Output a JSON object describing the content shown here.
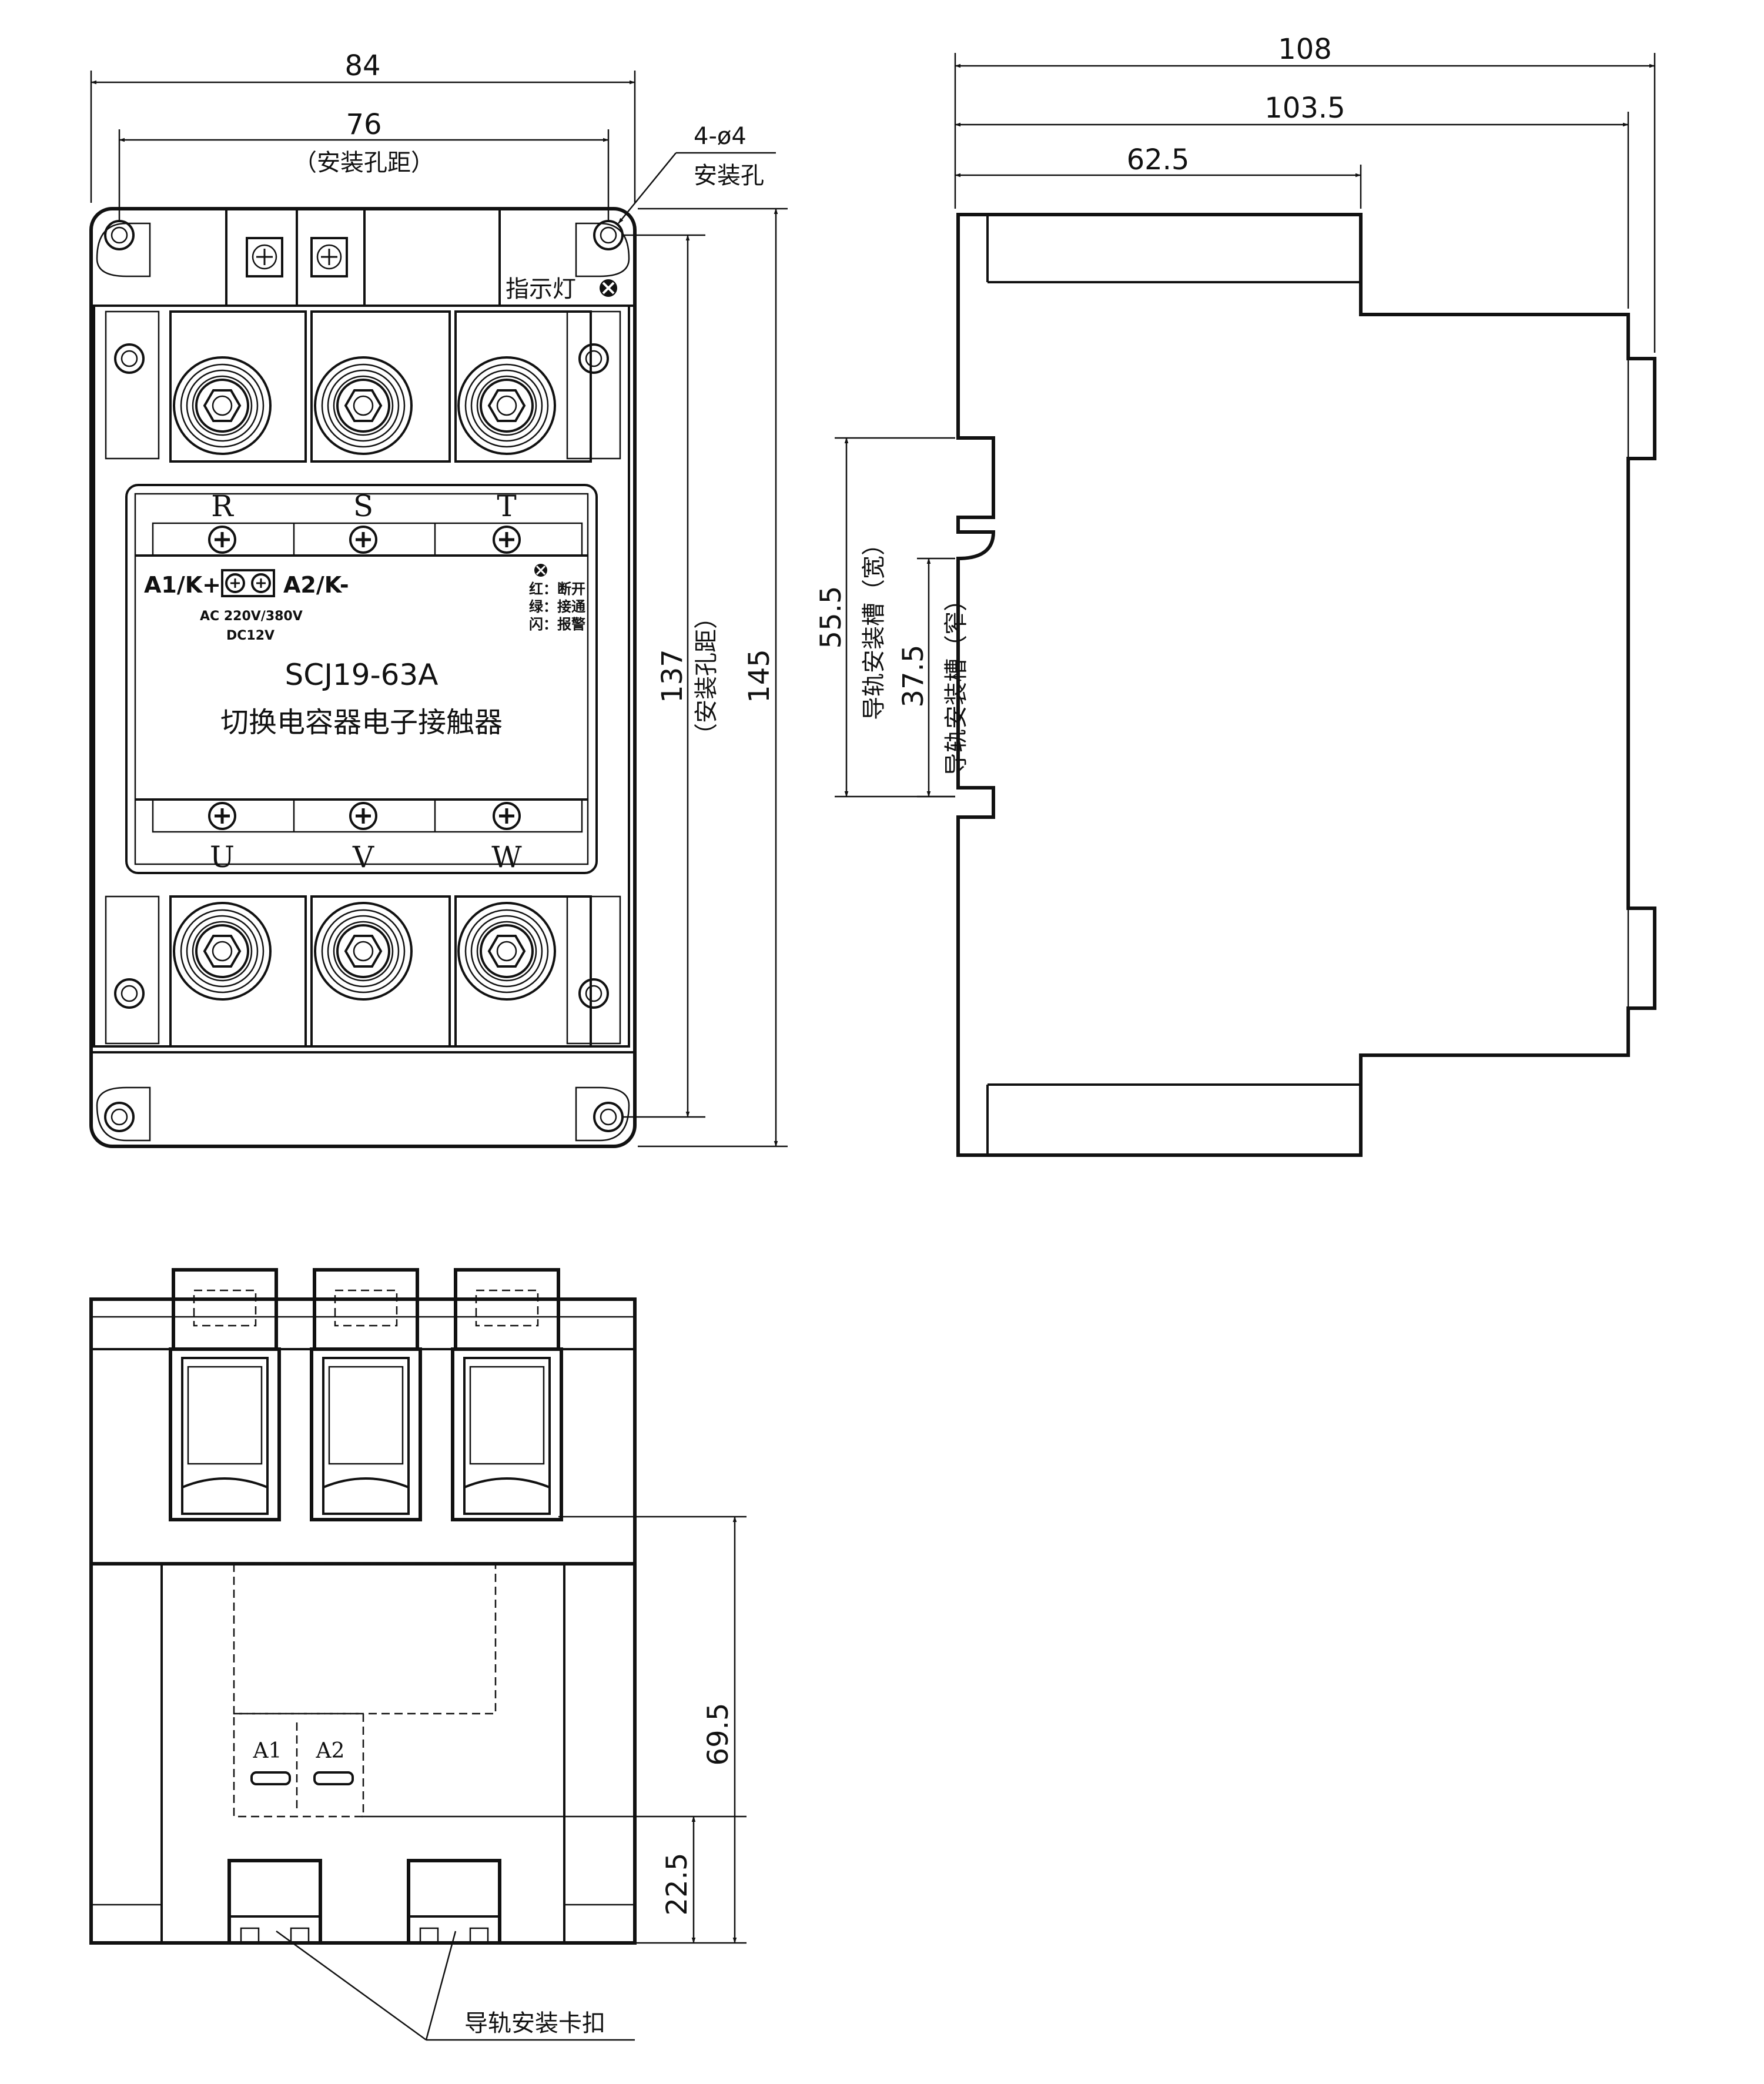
{
  "front_view": {
    "dims": {
      "overall_width": "84",
      "hole_spacing_width": "76",
      "hole_spacing_note": "（安装孔距）",
      "holes_count": "4-ø4",
      "holes_label": "安装孔",
      "hole_spacing_height": "137",
      "hole_spacing_height_note": "（安装孔距）",
      "overall_height": "145"
    },
    "indicator_label": "指示灯",
    "input_terminals": [
      "R",
      "S",
      "T"
    ],
    "output_terminals": [
      "U",
      "V",
      "W"
    ],
    "control": {
      "a1": "A1/K+",
      "a2": "A2/K-",
      "voltage_ac": "AC 220V/380V",
      "voltage_dc": "DC12V"
    },
    "legend": [
      "红：断开",
      "绿：接通",
      "闪：报警"
    ],
    "model": "SCJ19-63A",
    "product_name": "切换电容器电子接触器"
  },
  "side_view": {
    "dims": {
      "depth_total": "108",
      "depth_mid": "103.5",
      "depth_front": "62.5",
      "rail_wide": "55.5",
      "rail_wide_label": "导轨安装槽（宽）",
      "rail_narrow": "37.5",
      "rail_narrow_label": "导轨安装槽（窄）"
    }
  },
  "bottom_view": {
    "dims": {
      "height_a": "69.5",
      "height_b": "22.5"
    },
    "terminal_a1": "A1",
    "terminal_a2": "A2",
    "clip_label": "导轨安装卡扣"
  },
  "colors": {
    "line": "#111111",
    "background": "#ffffff"
  }
}
